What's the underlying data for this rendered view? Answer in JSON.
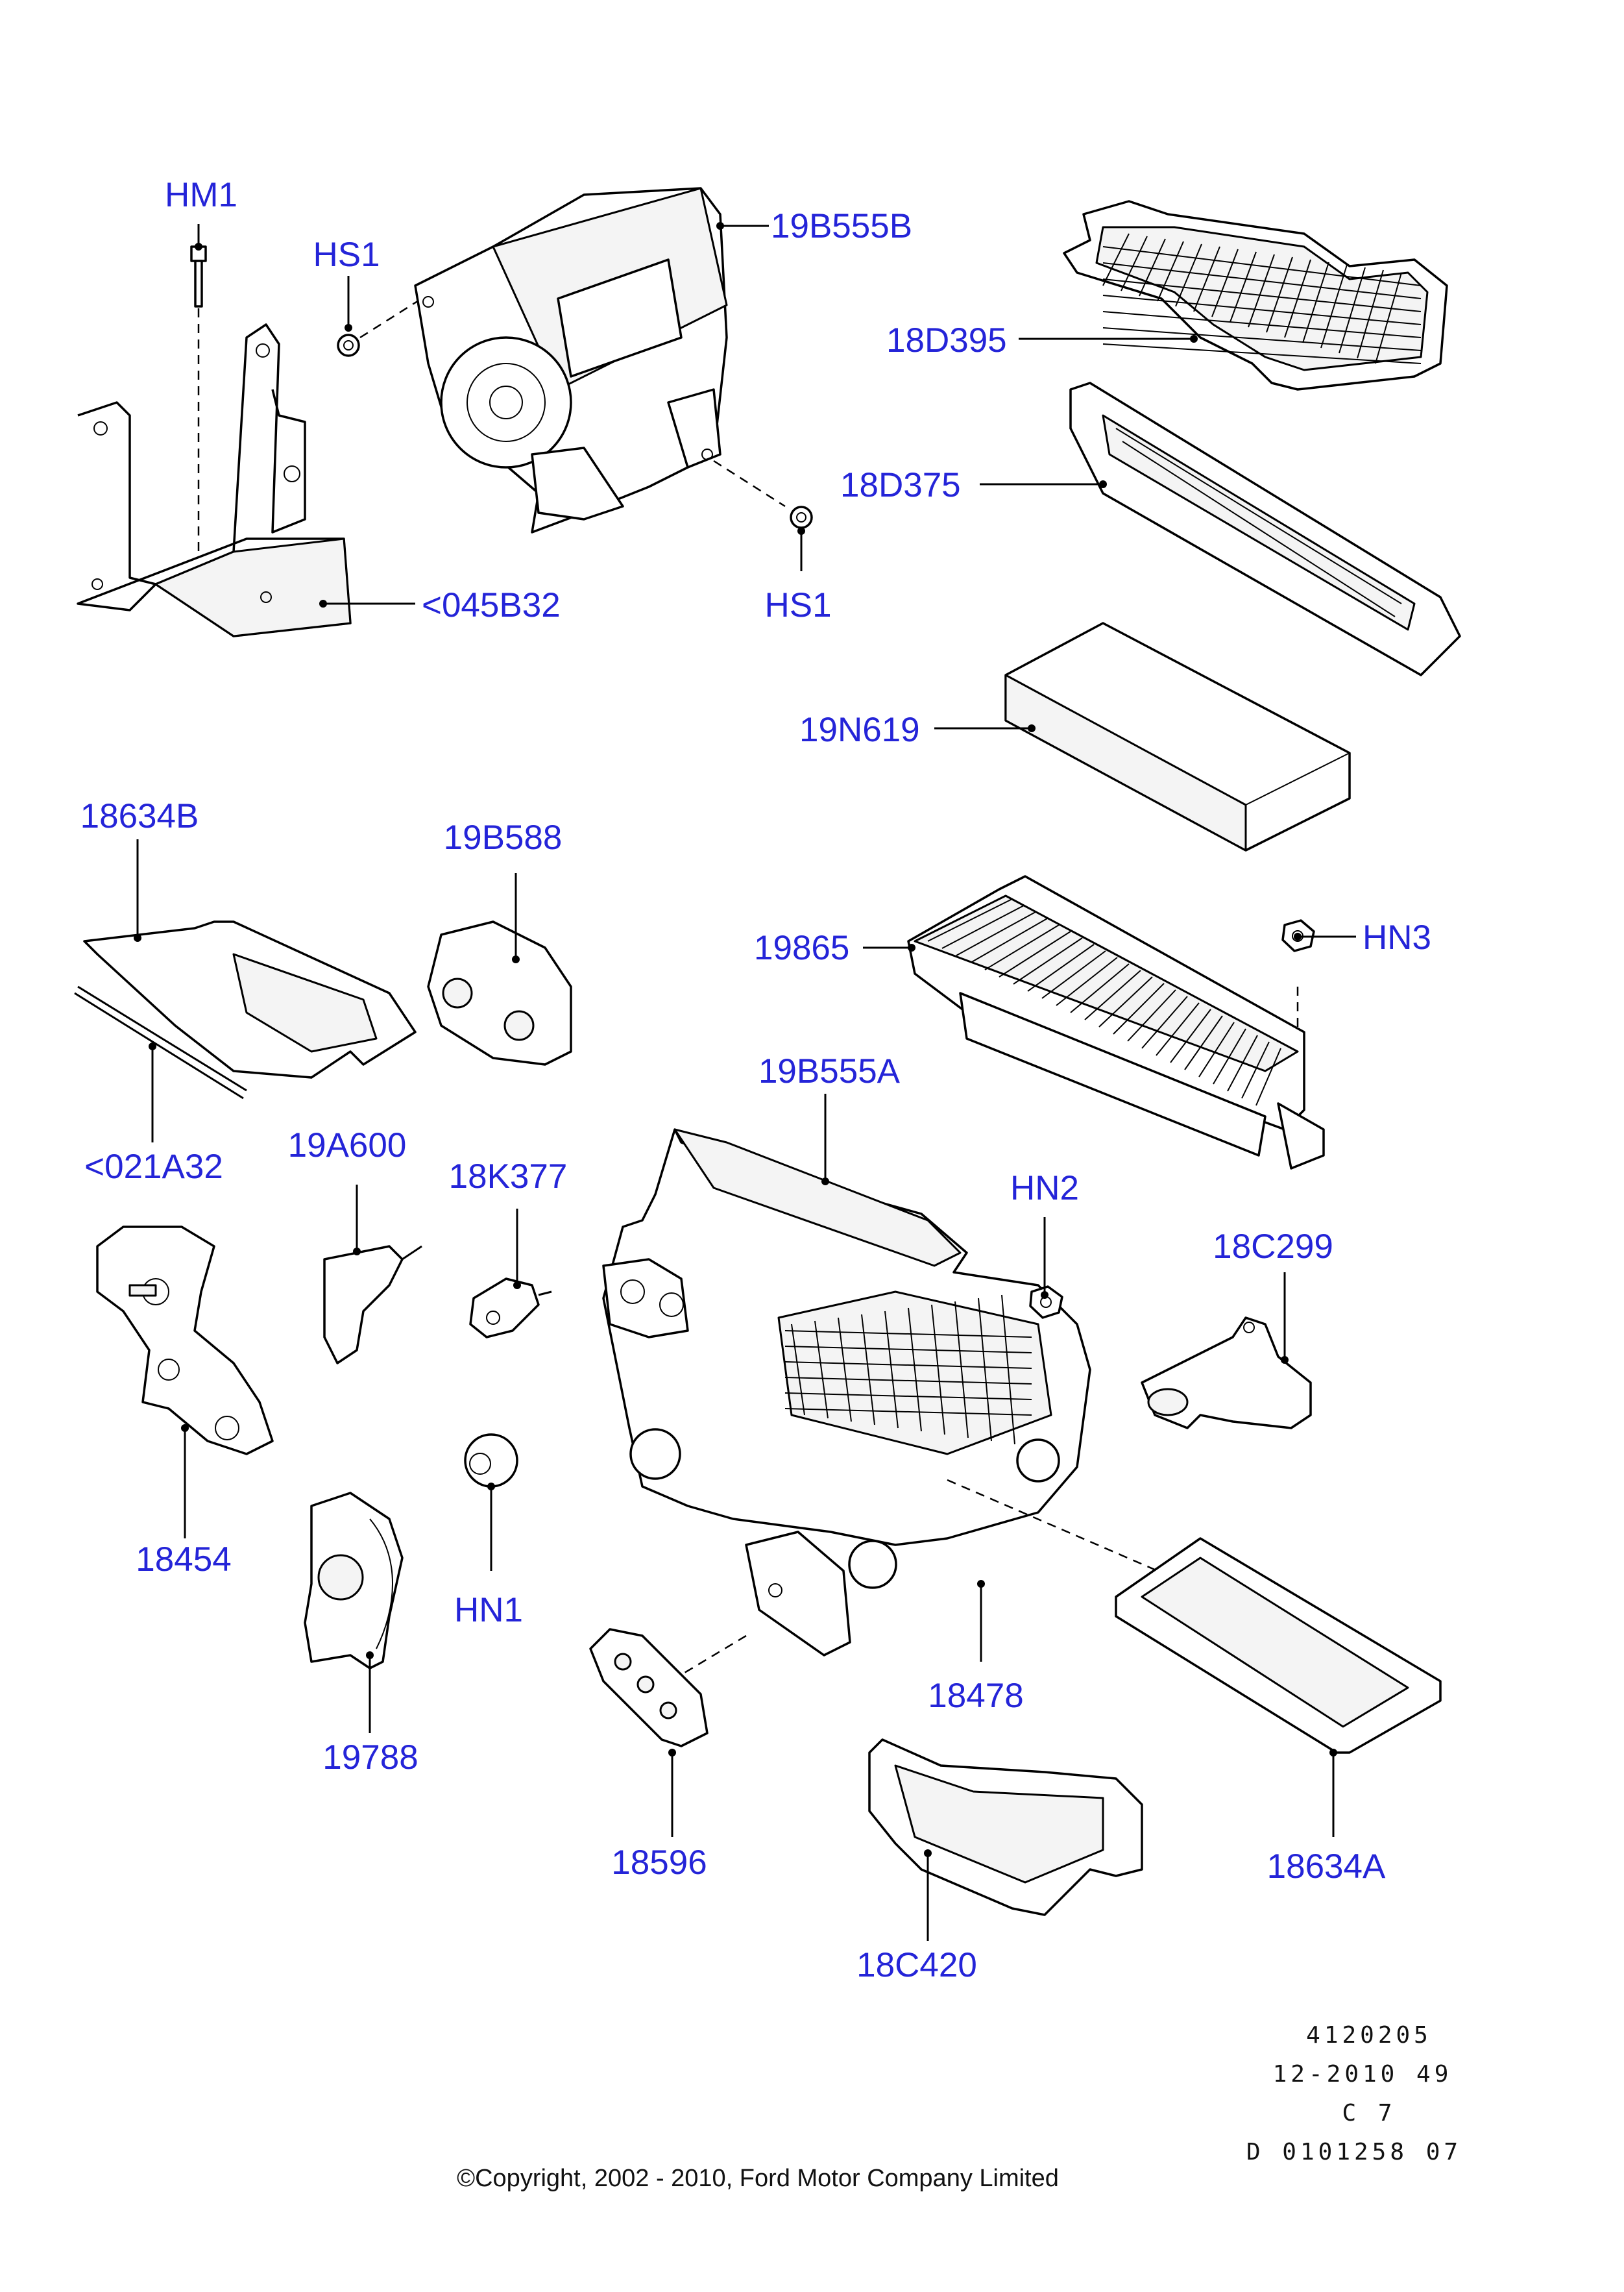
{
  "callouts": {
    "hm1": "HM1",
    "hs1_top": "HS1",
    "p19b555b": "19B555B",
    "p18d395": "18D395",
    "p18d375": "18D375",
    "hs1_bottom": "HS1",
    "p045b32": "<045B32",
    "p19n619": "19N619",
    "p18634b": "18634B",
    "p19b588": "19B588",
    "p19865": "19865",
    "hn3": "HN3",
    "p021a32": "<021A32",
    "p19b555a": "19B555A",
    "p19a600": "19A600",
    "p18k377": "18K377",
    "hn2": "HN2",
    "p18c299": "18C299",
    "p18454": "18454",
    "hn1": "HN1",
    "p19788": "19788",
    "p18478": "18478",
    "p18596": "18596",
    "p18634a": "18634A",
    "p18c420": "18C420"
  },
  "reference": {
    "line1": "4120205",
    "line2": "12-2010 49",
    "line3": "C 7",
    "line4": "D 0101258 07"
  },
  "copyright": "©Copyright, 2002 - 2010, Ford Motor Company Limited"
}
